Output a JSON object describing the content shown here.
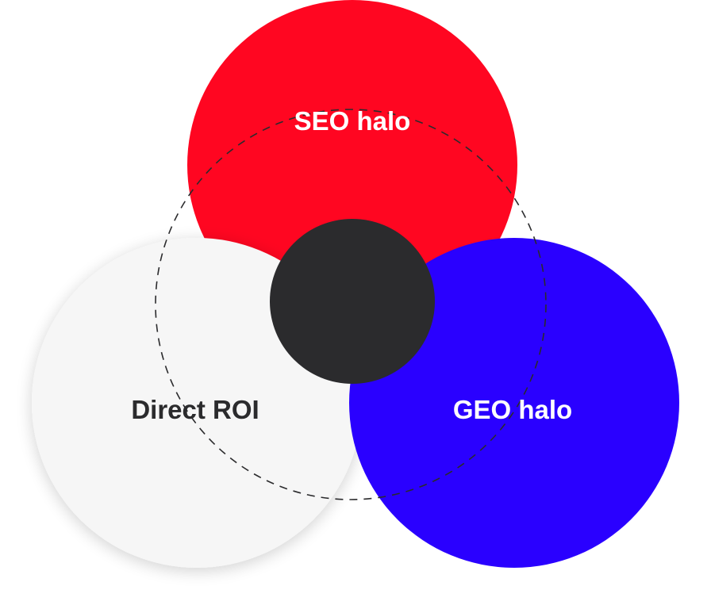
{
  "diagram": {
    "circles": {
      "seo": {
        "label": "SEO halo",
        "fill": "#ff0621",
        "text_color": "#ffffff"
      },
      "direct": {
        "label": "Direct ROI",
        "fill": "#f6f6f6",
        "text_color": "#2b2b2d"
      },
      "geo": {
        "label": "GEO halo",
        "fill": "#2a00ff",
        "text_color": "#ffffff"
      },
      "center": {
        "fill": "#2b2b2d"
      }
    },
    "outline": {
      "style": "dashed",
      "color": "#2b2b2d"
    }
  }
}
